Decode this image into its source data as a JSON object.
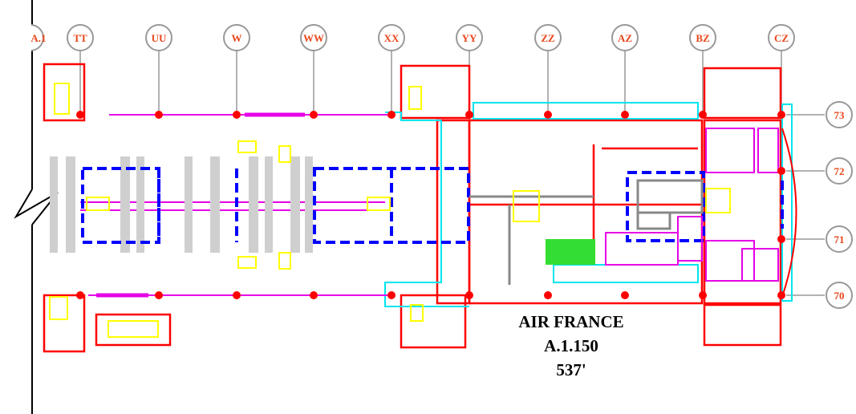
{
  "grid_columns": [
    "A.1",
    "TT",
    "UU",
    "W",
    "WW",
    "XX",
    "YY",
    "ZZ",
    "AZ",
    "BZ",
    "CZ"
  ],
  "grid_rows": [
    "73",
    "72",
    "71",
    "70"
  ],
  "aircraft": {
    "name": "AIR FRANCE",
    "code": "A.1.150",
    "length": "537'"
  },
  "colors": {
    "structure": "#ff0000",
    "curtain_wall": "#00e5ee",
    "partitions": "#e600e6",
    "grid_bubble": "#999999",
    "grid_label": "#e8471c",
    "openings": "#0000ff",
    "equipment": "#ffff00",
    "vegetation_hatch": "#00cc00",
    "ghost_furniture": "#bbbbbb"
  }
}
